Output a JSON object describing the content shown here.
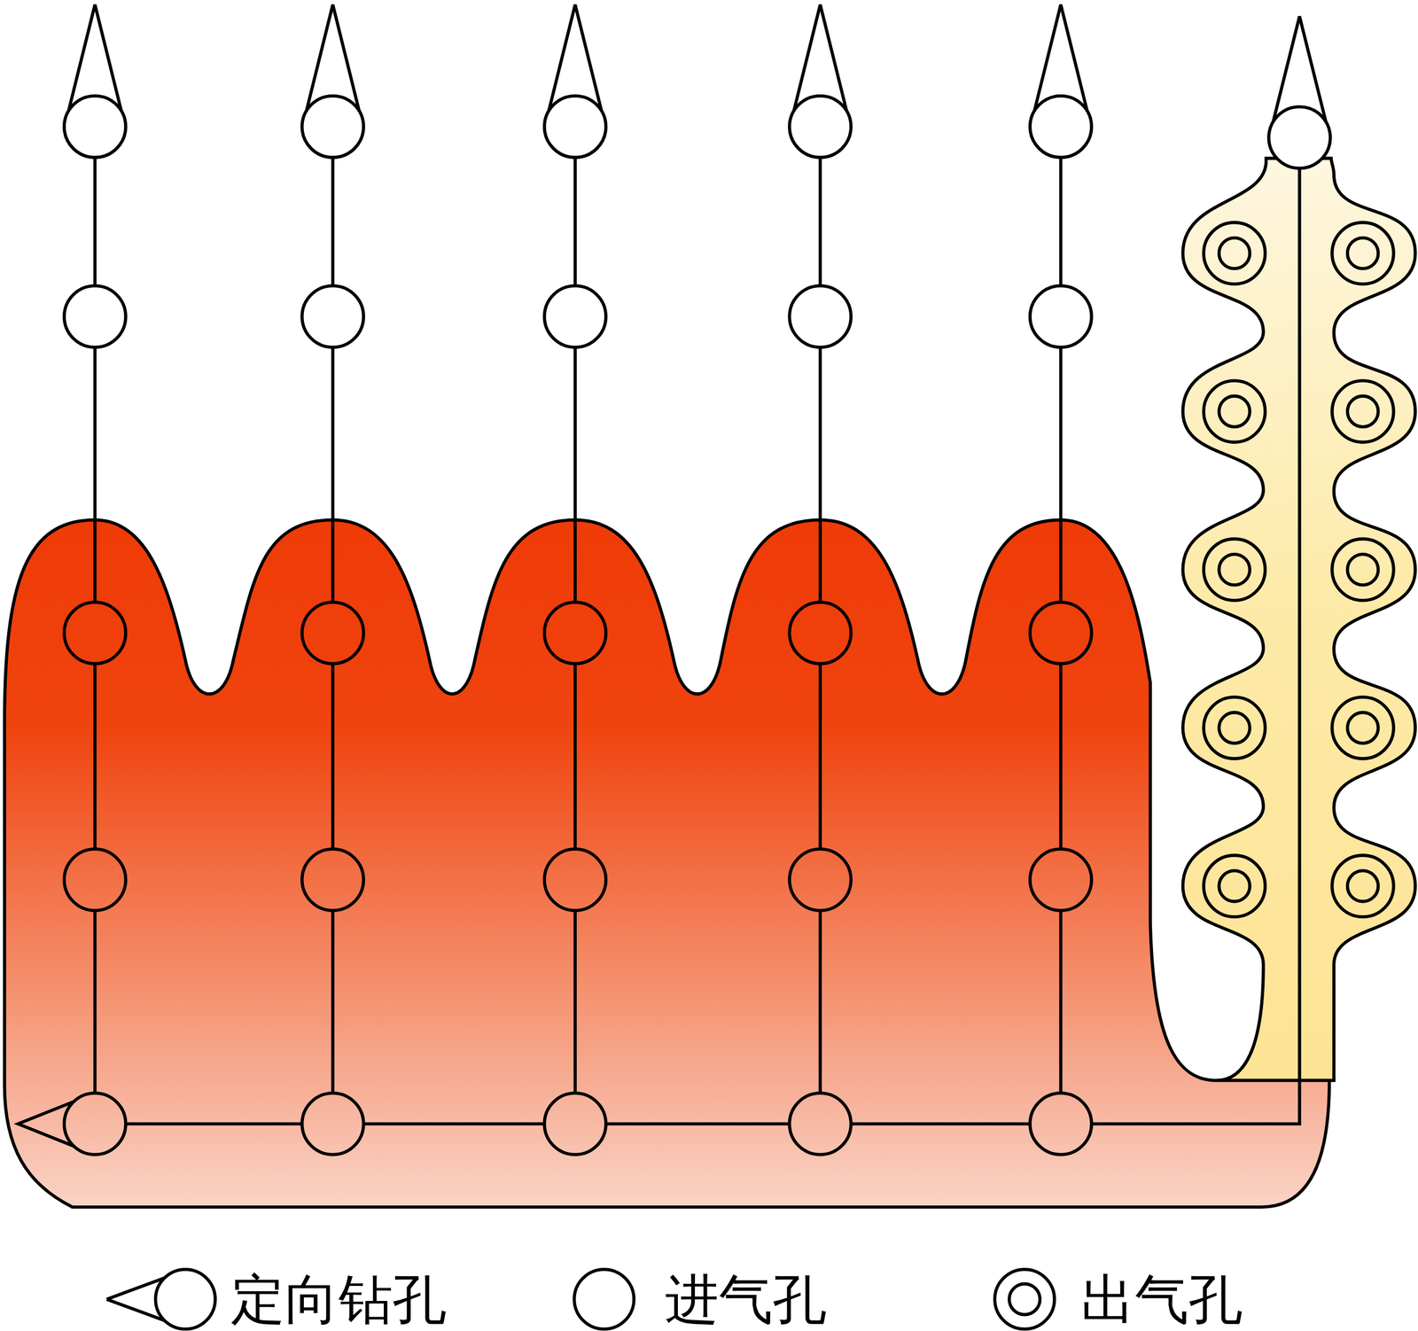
{
  "diagram": {
    "legend": [
      {
        "text": "定向钻孔"
      },
      {
        "text": "进气孔"
      },
      {
        "text": "出气孔"
      }
    ]
  }
}
